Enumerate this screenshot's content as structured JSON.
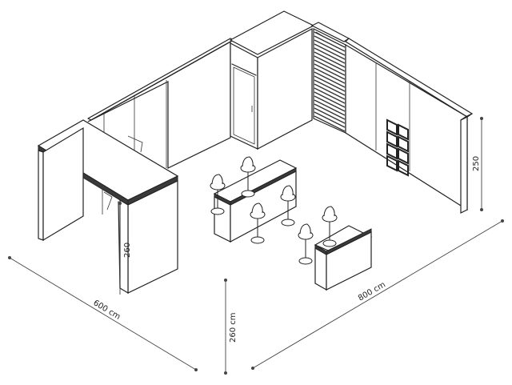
{
  "dimensions": {
    "width_label": "800 cm",
    "depth_label": "600 cm",
    "height_label": "260 cm",
    "wall_height_label": "250",
    "storage_height_label": "260"
  }
}
